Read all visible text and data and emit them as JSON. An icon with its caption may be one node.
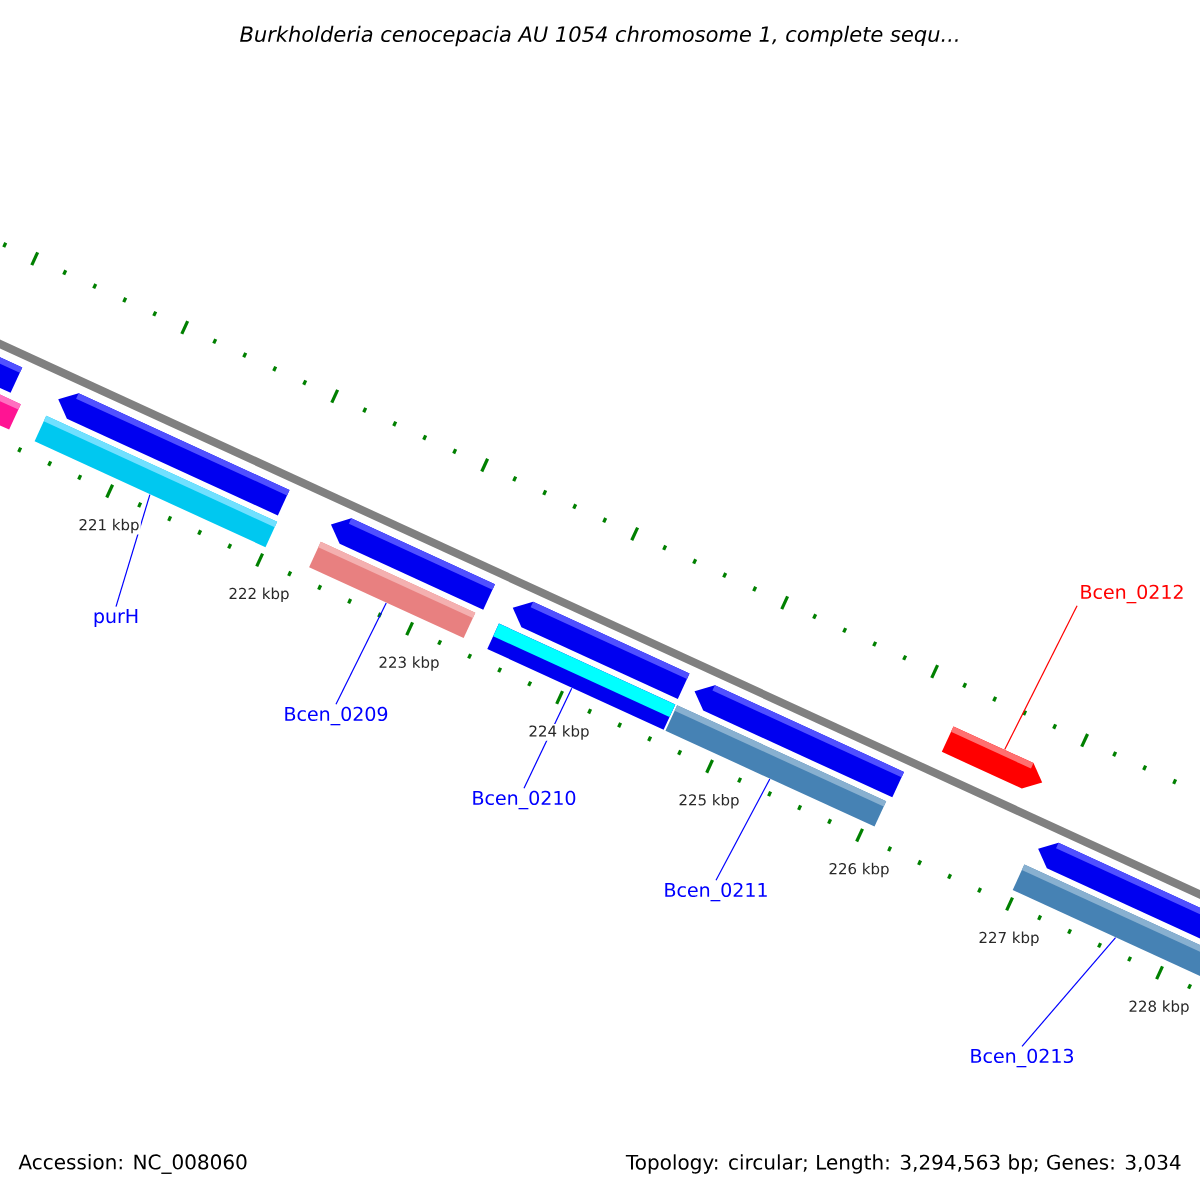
{
  "diagram": {
    "title": "Burkholderia cenocepacia AU 1054 chromosome 1, complete sequ...",
    "nodes": [
      {
        "text": [
          "purH"
        ]
      },
      {
        "text": [],
        "shape": "bar"
      },
      {
        "text": [
          "Bcen_0209"
        ]
      },
      {
        "text": [],
        "shape": "bar"
      },
      {
        "text": [
          "Bcen_0210"
        ]
      },
      {
        "text": [],
        "shape": "bar"
      },
      {
        "text": [
          "Bcen_0211"
        ]
      },
      {
        "text": [],
        "shape": "bar"
      },
      {
        "text": [
          "Bcen_0212"
        ]
      },
      {
        "text": [],
        "shape": "arrow"
      },
      {
        "text": [
          "Bcen_0213"
        ]
      },
      {
        "text": [],
        "shape": "bar"
      },
      {
        "text": [],
        "shape": "arrow"
      },
      {
        "text": [],
        "shape": "bar"
      },
      {
        "text": [],
        "shape": "arrow"
      },
      {
        "text": [],
        "shape": "arrow"
      },
      {
        "text": [],
        "shape": "arrow"
      },
      {
        "text": [],
        "shape": "arrow"
      },
      {
        "text": [],
        "shape": "arrow"
      }
    ],
    "edges": [
      {
        "from": 0,
        "to": 1,
        "arrow": "none"
      },
      {
        "from": 2,
        "to": 3,
        "arrow": "none"
      },
      {
        "from": 4,
        "to": 5,
        "arrow": "none"
      },
      {
        "from": 6,
        "to": 7,
        "arrow": "none"
      },
      {
        "from": 8,
        "to": 9,
        "arrow": "none",
        "color": "#ff0000"
      },
      {
        "from": 10,
        "to": 11,
        "arrow": "none"
      }
    ],
    "labels": [
      "221 kbp",
      "222 kbp",
      "223 kbp",
      "224 kbp",
      "225 kbp",
      "226 kbp",
      "227 kbp",
      "228 kbp",
      "Accession: NC_008060",
      "Topology: circular; Length: 3,294,563 bp; Genes: 3,034"
    ]
  }
}
